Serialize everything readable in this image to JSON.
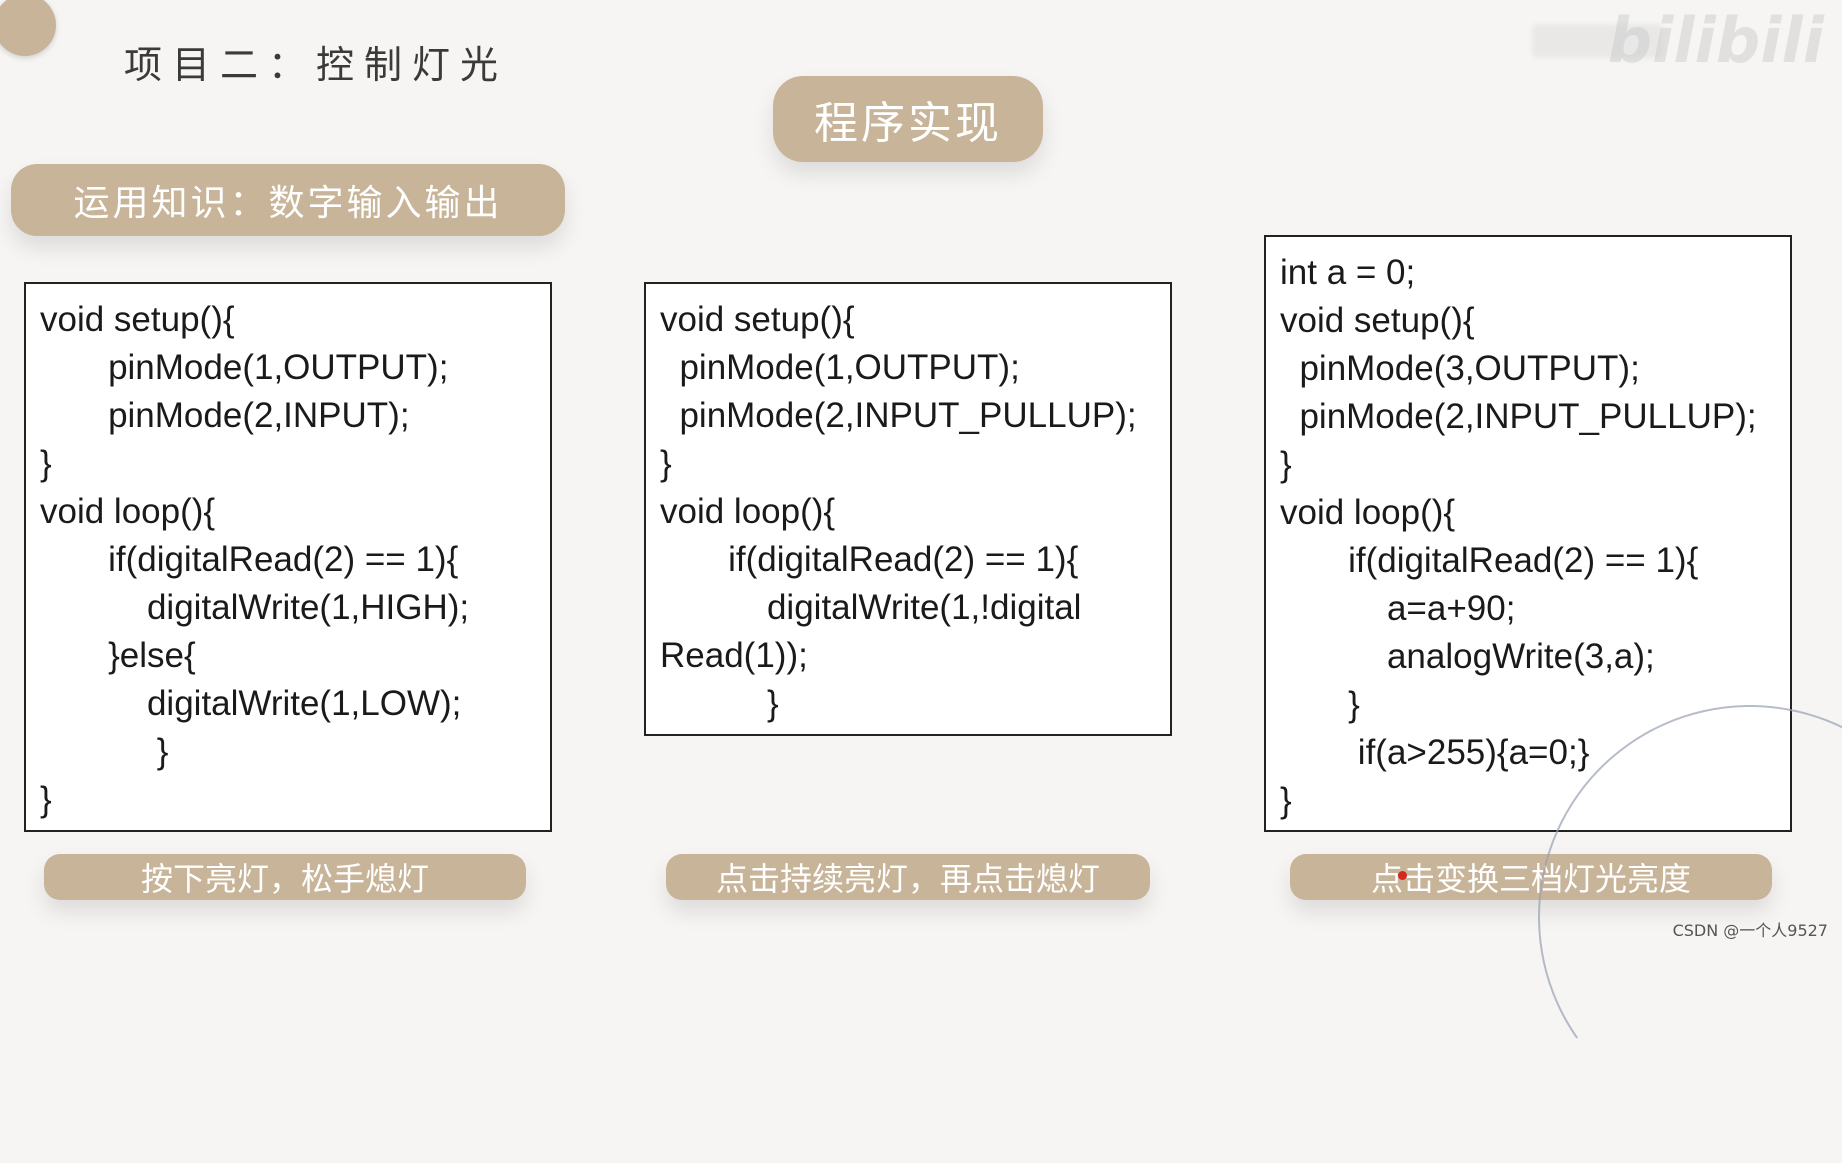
{
  "slide": {
    "project_title": "项目二：控制灯光",
    "main_heading": "程序实现",
    "knowledge_label": "运用知识：数字输入输出",
    "watermark": "bilibili",
    "credit": "CSDN @一个人9527"
  },
  "code_blocks": [
    {
      "lines": [
        "void setup(){",
        "       pinMode(1,OUTPUT);",
        "       pinMode(2,INPUT);",
        "}",
        "void loop(){",
        "       if(digitalRead(2) == 1){",
        "           digitalWrite(1,HIGH);",
        "       }else{",
        "           digitalWrite(1,LOW);",
        "            }",
        "}"
      ],
      "caption": "按下亮灯，松手熄灯"
    },
    {
      "lines": [
        "void setup(){",
        "  pinMode(1,OUTPUT);",
        "  pinMode(2,INPUT_PULLUP);",
        "}",
        "void loop(){",
        "       if(digitalRead(2) == 1){",
        "           digitalWrite(1,!digital",
        "Read(1));",
        "           }"
      ],
      "caption": "点击持续亮灯，再点击熄灯"
    },
    {
      "lines": [
        "int a = 0;",
        "void setup(){",
        "  pinMode(3,OUTPUT);",
        "  pinMode(2,INPUT_PULLUP);",
        "}",
        "void loop(){",
        "       if(digitalRead(2) == 1){",
        "           a=a+90;",
        "           analogWrite(3,a);",
        "       }",
        "        if(a>255){a=0;}",
        "}"
      ],
      "caption": "点击变换三档灯光亮度"
    }
  ]
}
